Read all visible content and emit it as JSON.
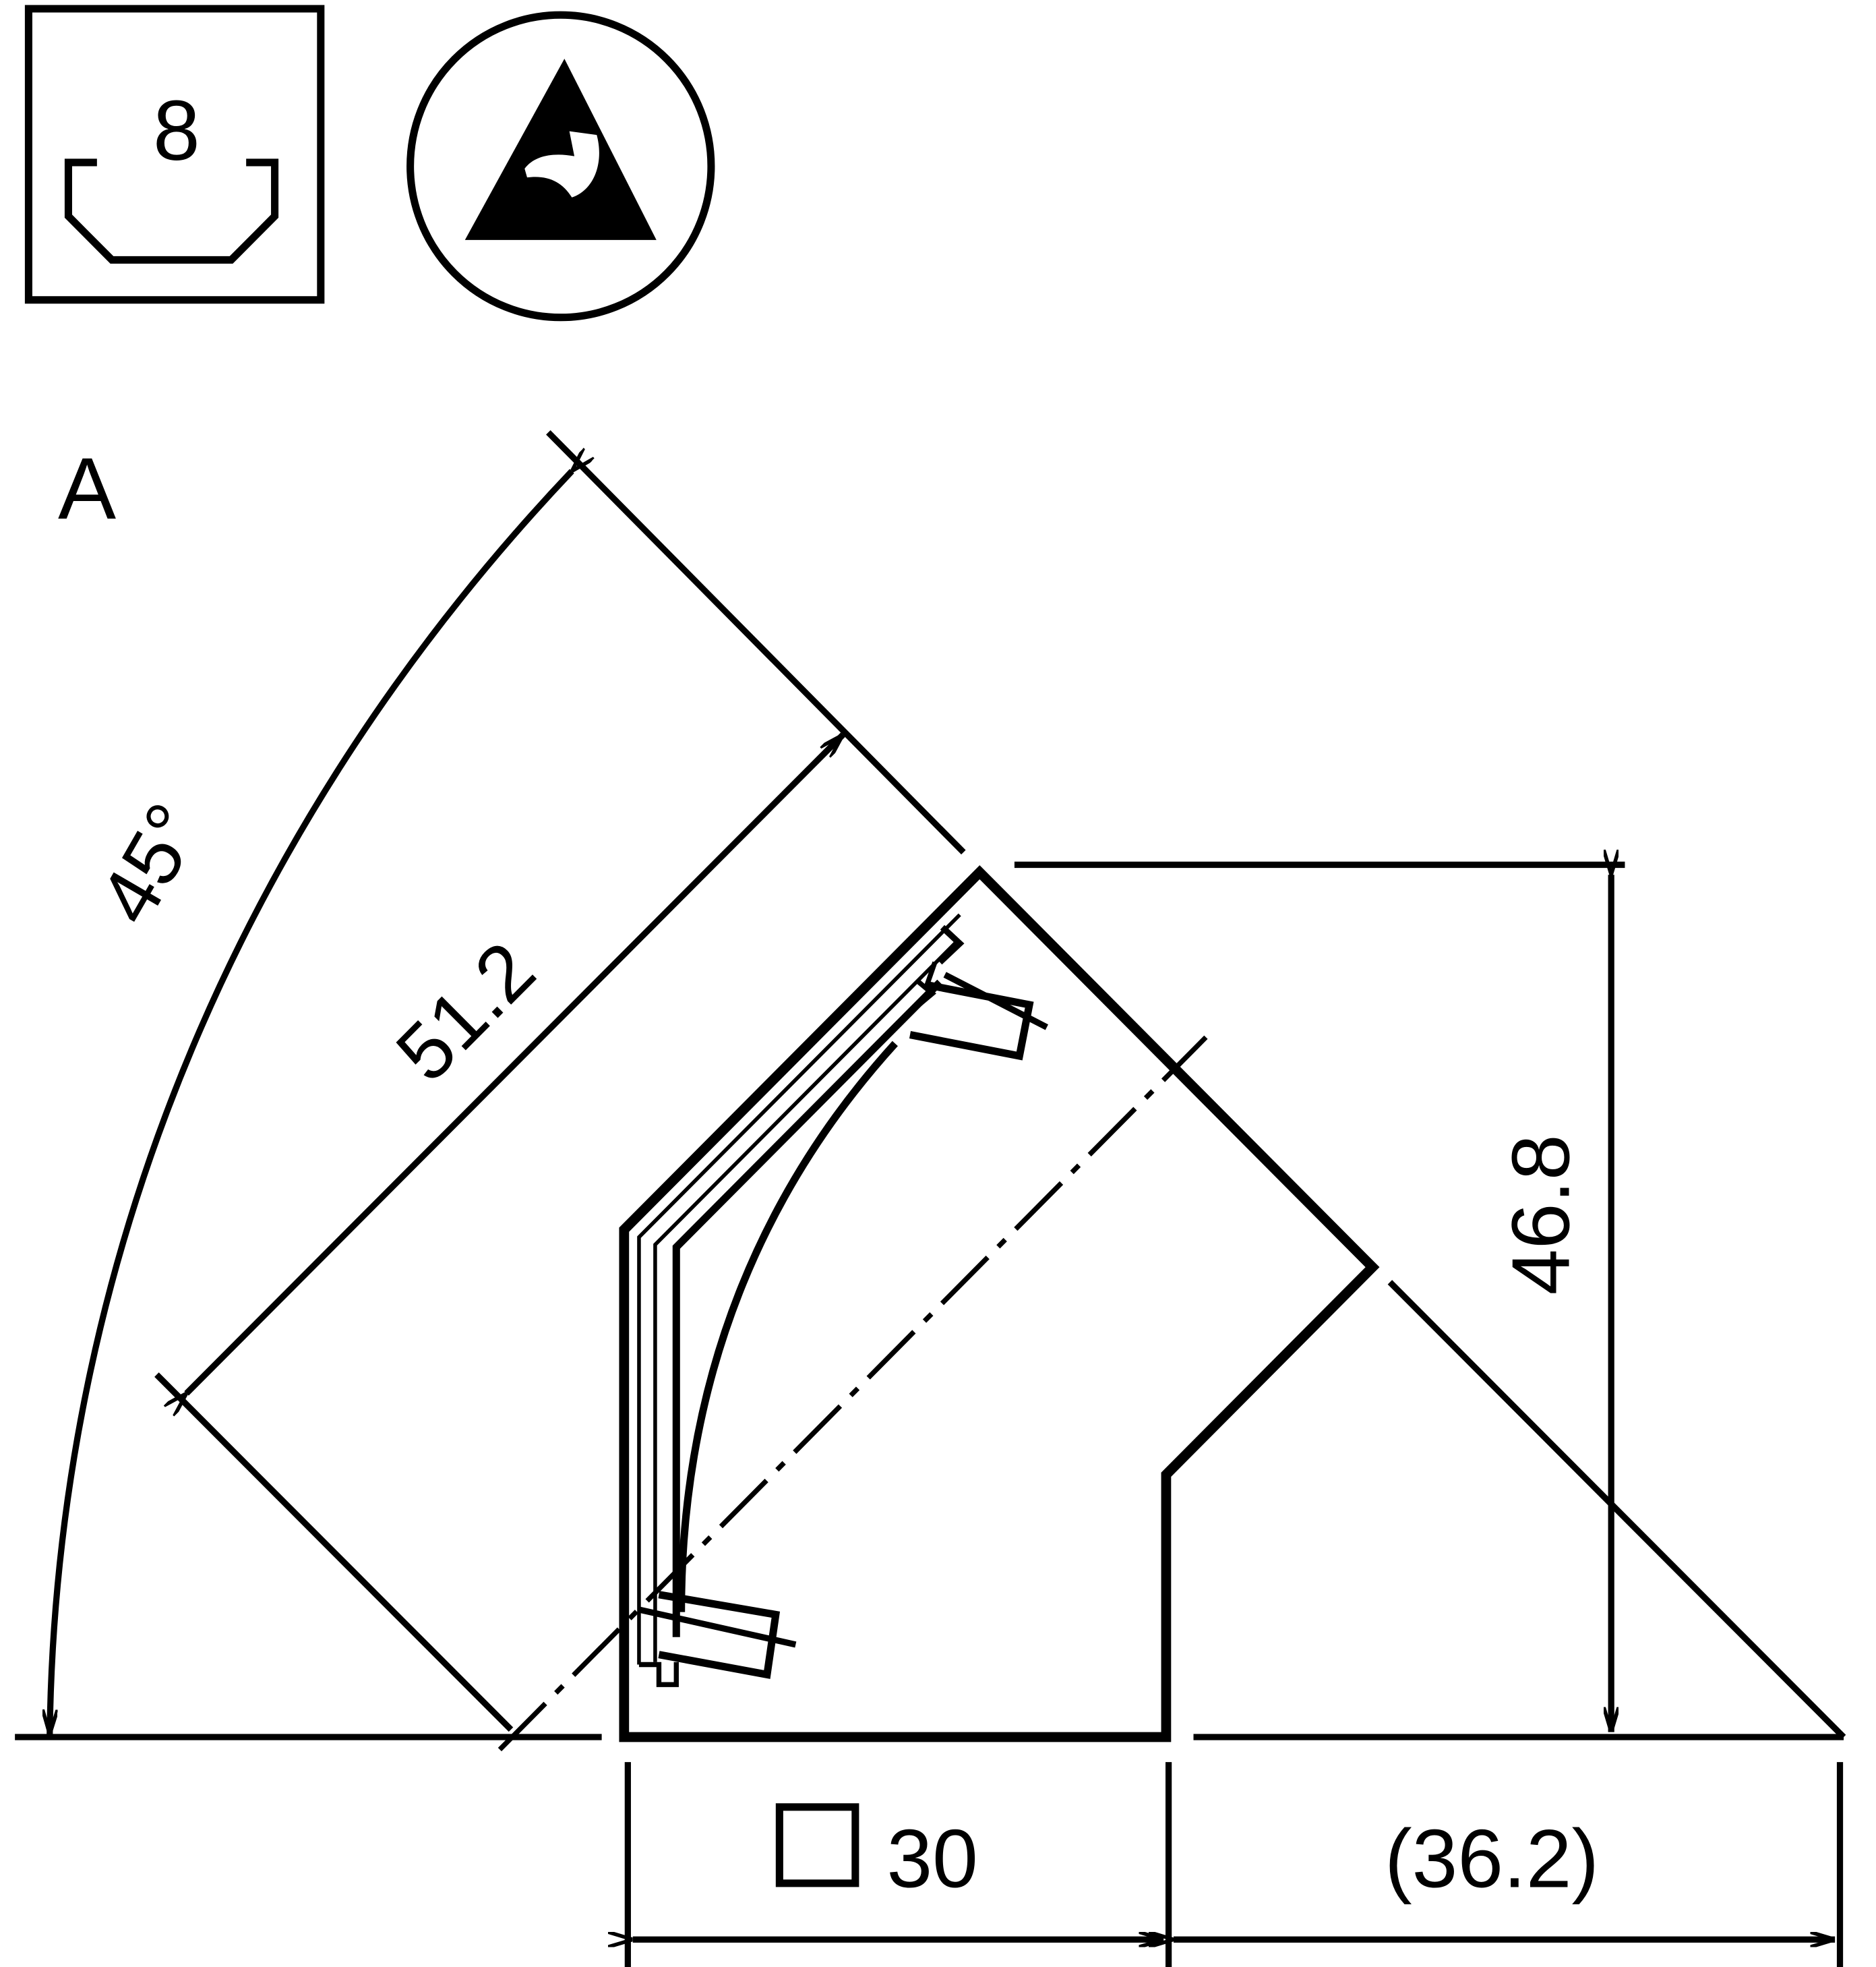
{
  "ink_color": "#000000",
  "background_color": "#ffffff",
  "icons": {
    "pack_quantity": {
      "icon": "tray-package-icon",
      "value": "8"
    },
    "esd_warning": {
      "icon": "esd-warning-icon"
    }
  },
  "view_label": "A",
  "dimensions": {
    "angle": "45°",
    "diagonal": "51.2",
    "height": "46.8",
    "width_square": "30",
    "width_reference": "(36.2)"
  }
}
